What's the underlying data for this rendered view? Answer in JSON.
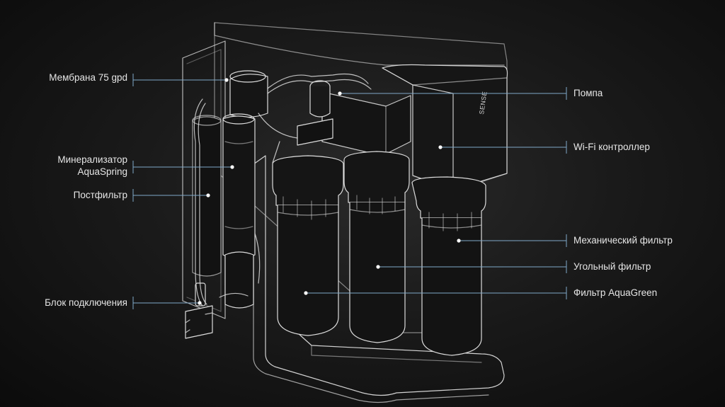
{
  "brand_label": "SENSE",
  "accent_color": "#7fa8c8",
  "callouts_left": [
    {
      "id": "membrane",
      "label": "Мембрана 75 gpd"
    },
    {
      "id": "mineralizer",
      "label": "Минерализатор\nAquaSpring"
    },
    {
      "id": "postfilter",
      "label": "Постфильтр"
    },
    {
      "id": "connection-block",
      "label": "Блок подключения"
    }
  ],
  "callouts_right": [
    {
      "id": "pump",
      "label": "Помпа"
    },
    {
      "id": "wifi-controller",
      "label": "Wi-Fi контроллер"
    },
    {
      "id": "mechanical-filter",
      "label": "Механический фильтр"
    },
    {
      "id": "carbon-filter",
      "label": "Угольный фильтр"
    },
    {
      "id": "aquagreen-filter",
      "label": "Фильтр AquaGreen"
    }
  ]
}
